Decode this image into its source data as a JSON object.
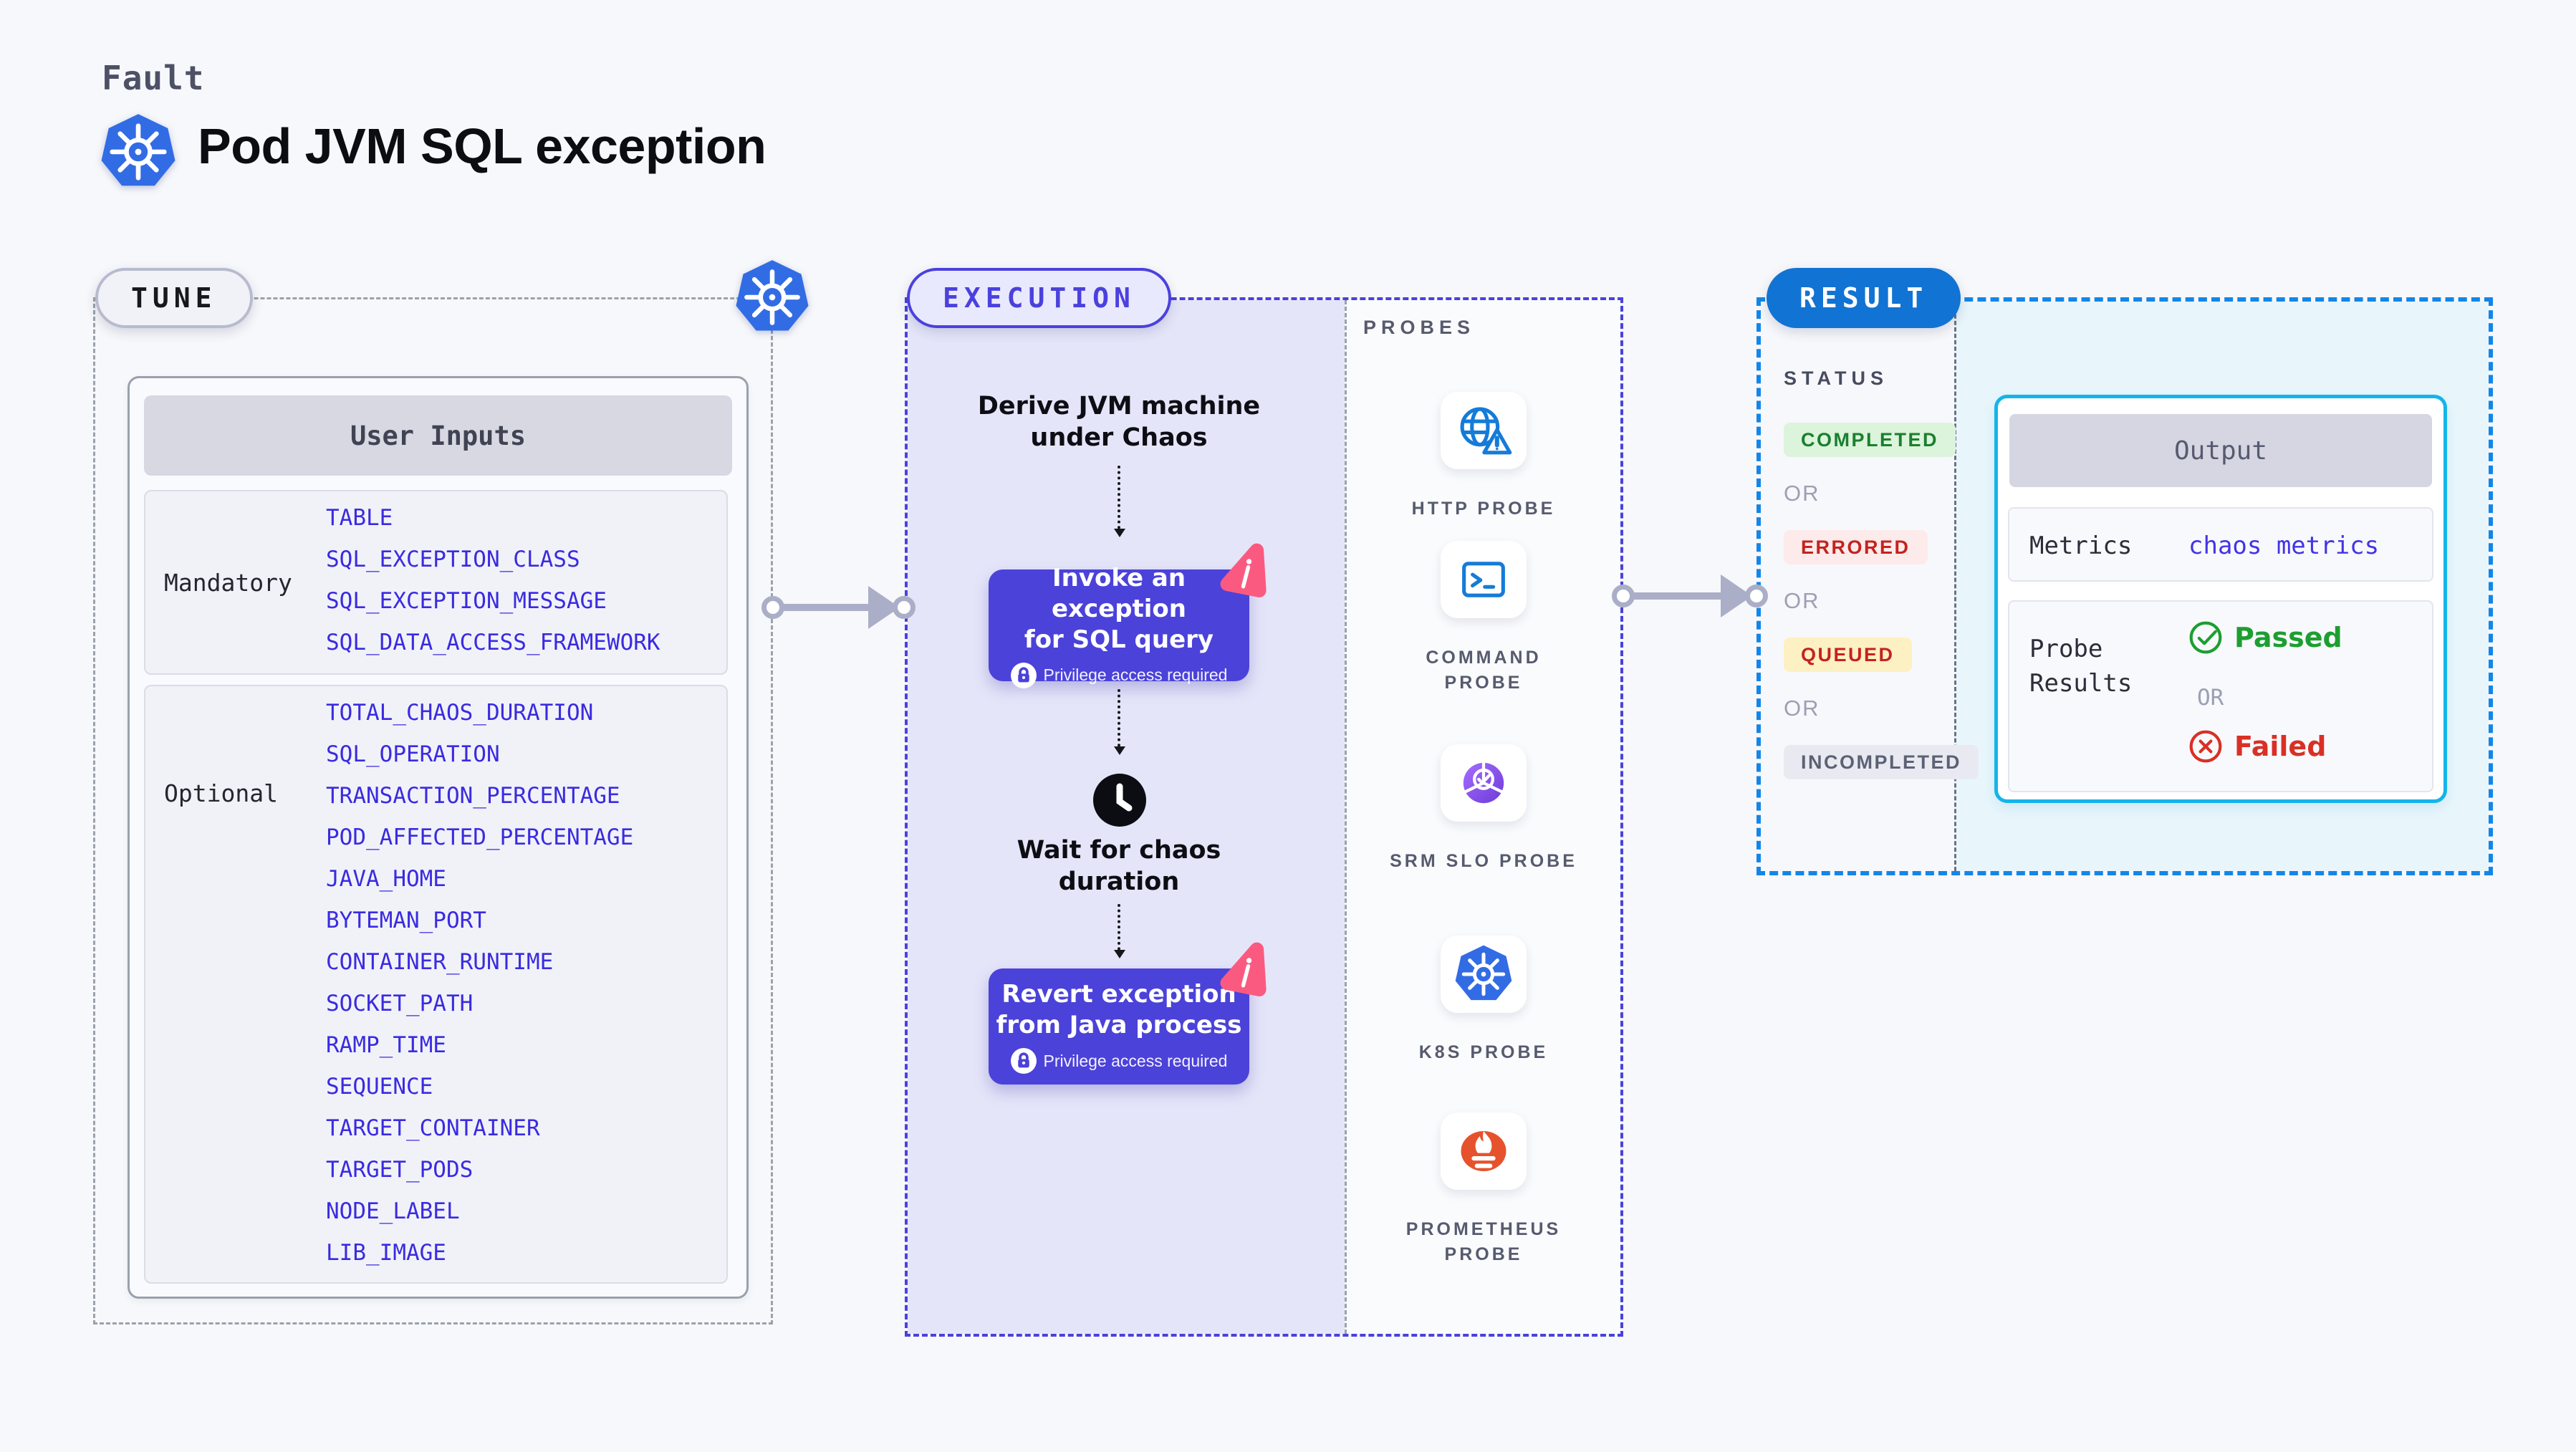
{
  "header": {
    "eyebrow": "Fault",
    "title": "Pod JVM SQL exception"
  },
  "tune": {
    "pill": "TUNE",
    "user_inputs_title": "User Inputs",
    "mandatory_label": "Mandatory",
    "mandatory_items": [
      "TABLE",
      "SQL_EXCEPTION_CLASS",
      "SQL_EXCEPTION_MESSAGE",
      "SQL_DATA_ACCESS_FRAMEWORK"
    ],
    "optional_label": "Optional",
    "optional_items": [
      "TOTAL_CHAOS_DURATION",
      "SQL_OPERATION",
      "TRANSACTION_PERCENTAGE",
      "POD_AFFECTED_PERCENTAGE",
      "JAVA_HOME",
      "BYTEMAN_PORT",
      "CONTAINER_RUNTIME",
      "SOCKET_PATH",
      "RAMP_TIME",
      "SEQUENCE",
      "TARGET_CONTAINER",
      "TARGET_PODS",
      "NODE_LABEL",
      "LIB_IMAGE"
    ]
  },
  "execution": {
    "pill": "EXECUTION",
    "derive_line1": "Derive JVM machine",
    "derive_line2": "under Chaos",
    "invoke_line1": "Invoke an exception",
    "invoke_line2": "for SQL query",
    "privilege_note": "Privilege access required",
    "wait_line1": "Wait for chaos",
    "wait_line2": "duration",
    "revert_line1": "Revert exception",
    "revert_line2": "from Java process"
  },
  "probes": {
    "title": "PROBES",
    "items": [
      {
        "label": "HTTP PROBE",
        "icon": "http-probe-icon"
      },
      {
        "label": "COMMAND PROBE",
        "icon": "command-probe-icon"
      },
      {
        "label": "SRM SLO PROBE",
        "icon": "srm-slo-probe-icon"
      },
      {
        "label": "K8S PROBE",
        "icon": "k8s-probe-icon"
      },
      {
        "label": "PROMETHEUS PROBE",
        "icon": "prometheus-probe-icon"
      }
    ]
  },
  "result": {
    "pill": "RESULT",
    "status_title": "STATUS",
    "statuses": [
      {
        "text": "COMPLETED",
        "cls": "completed"
      },
      {
        "text": "OR",
        "cls": "or"
      },
      {
        "text": "ERRORED",
        "cls": "errored"
      },
      {
        "text": "OR",
        "cls": "or"
      },
      {
        "text": "QUEUED",
        "cls": "queued"
      },
      {
        "text": "OR",
        "cls": "or"
      },
      {
        "text": "INCOMPLETED",
        "cls": "incompleted"
      }
    ],
    "output": {
      "title": "Output",
      "metrics_label": "Metrics",
      "metrics_value": "chaos metrics",
      "probe_results_line1": "Probe",
      "probe_results_line2": "Results",
      "passed": "Passed",
      "or": "OR",
      "failed": "Failed"
    }
  },
  "icons": [
    "kubernetes-icon",
    "chaos-badge-icon",
    "lock-icon",
    "clock-icon",
    "http-probe-icon",
    "command-probe-icon",
    "srm-slo-probe-icon",
    "k8s-probe-icon",
    "prometheus-probe-icon",
    "check-circle-icon",
    "x-circle-icon"
  ],
  "colors": {
    "page_bg": "#f7f8fb",
    "indigo": "#4a41dd",
    "node_bg": "#4b42da",
    "lavender_panel": "#e5e5f9",
    "result_blue": "#1173d4",
    "result_border": "#1386e8",
    "cyan_panel": "#e8f6fc",
    "output_border": "#14b4ea",
    "param_blue": "#3a2be0",
    "pink_badge": "#fb5a80",
    "completed_green": "#1a7f2e",
    "errored_red": "#c5221f",
    "passed_green": "#1d9e31",
    "failed_red": "#d93025",
    "k8s_blue": "#326ce5",
    "prometheus_orange": "#e6522c",
    "probe_icon_blue": "#157bd8"
  }
}
